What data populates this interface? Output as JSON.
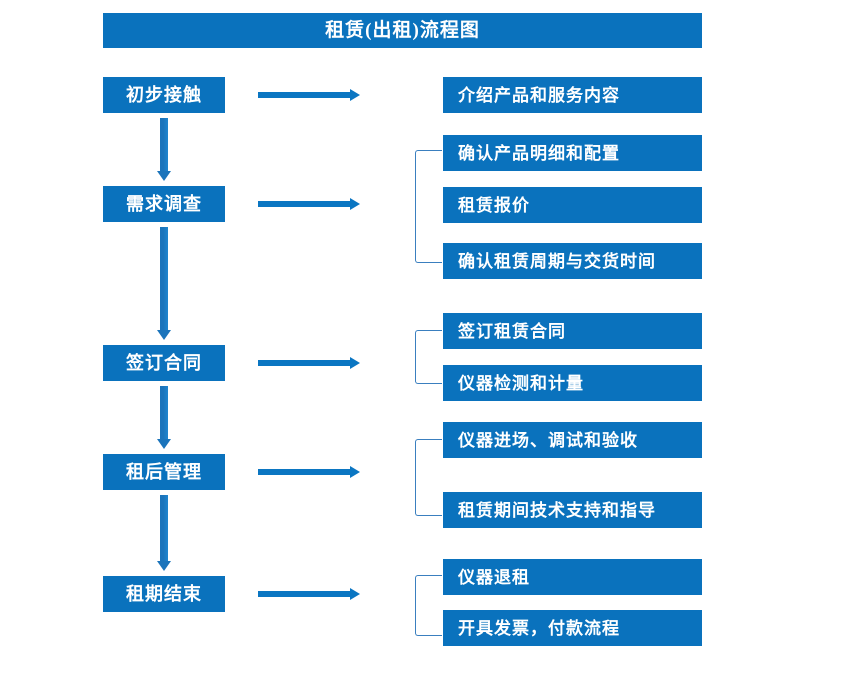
{
  "diagram": {
    "title": "租赁(出租)流程图",
    "accent_color": "#0a72bd",
    "arrow_color": "#0b76c2",
    "vertical_arrow_color": "#1b74bb",
    "bracket_color": "#3a7fbf",
    "text_color": "#ffffff",
    "background_color": "#ffffff"
  },
  "stages": [
    {
      "label": "初步接触"
    },
    {
      "label": "需求调查"
    },
    {
      "label": "签订合同"
    },
    {
      "label": "租后管理"
    },
    {
      "label": "租期结束"
    }
  ],
  "details": [
    {
      "label": "介绍产品和服务内容"
    },
    {
      "label": "确认产品明细和配置"
    },
    {
      "label": "租赁报价"
    },
    {
      "label": "确认租赁周期与交货时间"
    },
    {
      "label": "签订租赁合同"
    },
    {
      "label": "仪器检测和计量"
    },
    {
      "label": "仪器进场、调试和验收"
    },
    {
      "label": "租赁期间技术支持和指导"
    },
    {
      "label": "仪器退租"
    },
    {
      "label": "开具发票，付款流程"
    }
  ],
  "groups": [
    {
      "stage": "初步接触",
      "details": [
        "介绍产品和服务内容"
      ]
    },
    {
      "stage": "需求调查",
      "details": [
        "确认产品明细和配置",
        "租赁报价",
        "确认租赁周期与交货时间"
      ]
    },
    {
      "stage": "签订合同",
      "details": [
        "签订租赁合同",
        "仪器检测和计量"
      ]
    },
    {
      "stage": "租后管理",
      "details": [
        "仪器进场、调试和验收",
        "租赁期间技术支持和指导"
      ]
    },
    {
      "stage": "租期结束",
      "details": [
        "仪器退租",
        "开具发票，付款流程"
      ]
    }
  ]
}
